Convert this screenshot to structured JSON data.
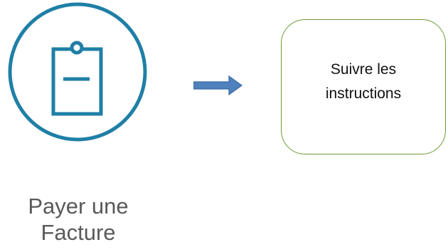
{
  "tile": {
    "label_line1": "Payer une",
    "label_line2": "Facture",
    "icon": "clipboard-icon",
    "accent_color": "#1f7fa6",
    "label_color": "#5a5a5a"
  },
  "arrow": {
    "icon": "right-arrow-icon",
    "fill_color": "#4f81bd",
    "stroke_color": "#3a6aa8"
  },
  "step_box": {
    "text_line1": "Suivre les",
    "text_line2": "instructions",
    "border_color": "#6b9a33"
  }
}
